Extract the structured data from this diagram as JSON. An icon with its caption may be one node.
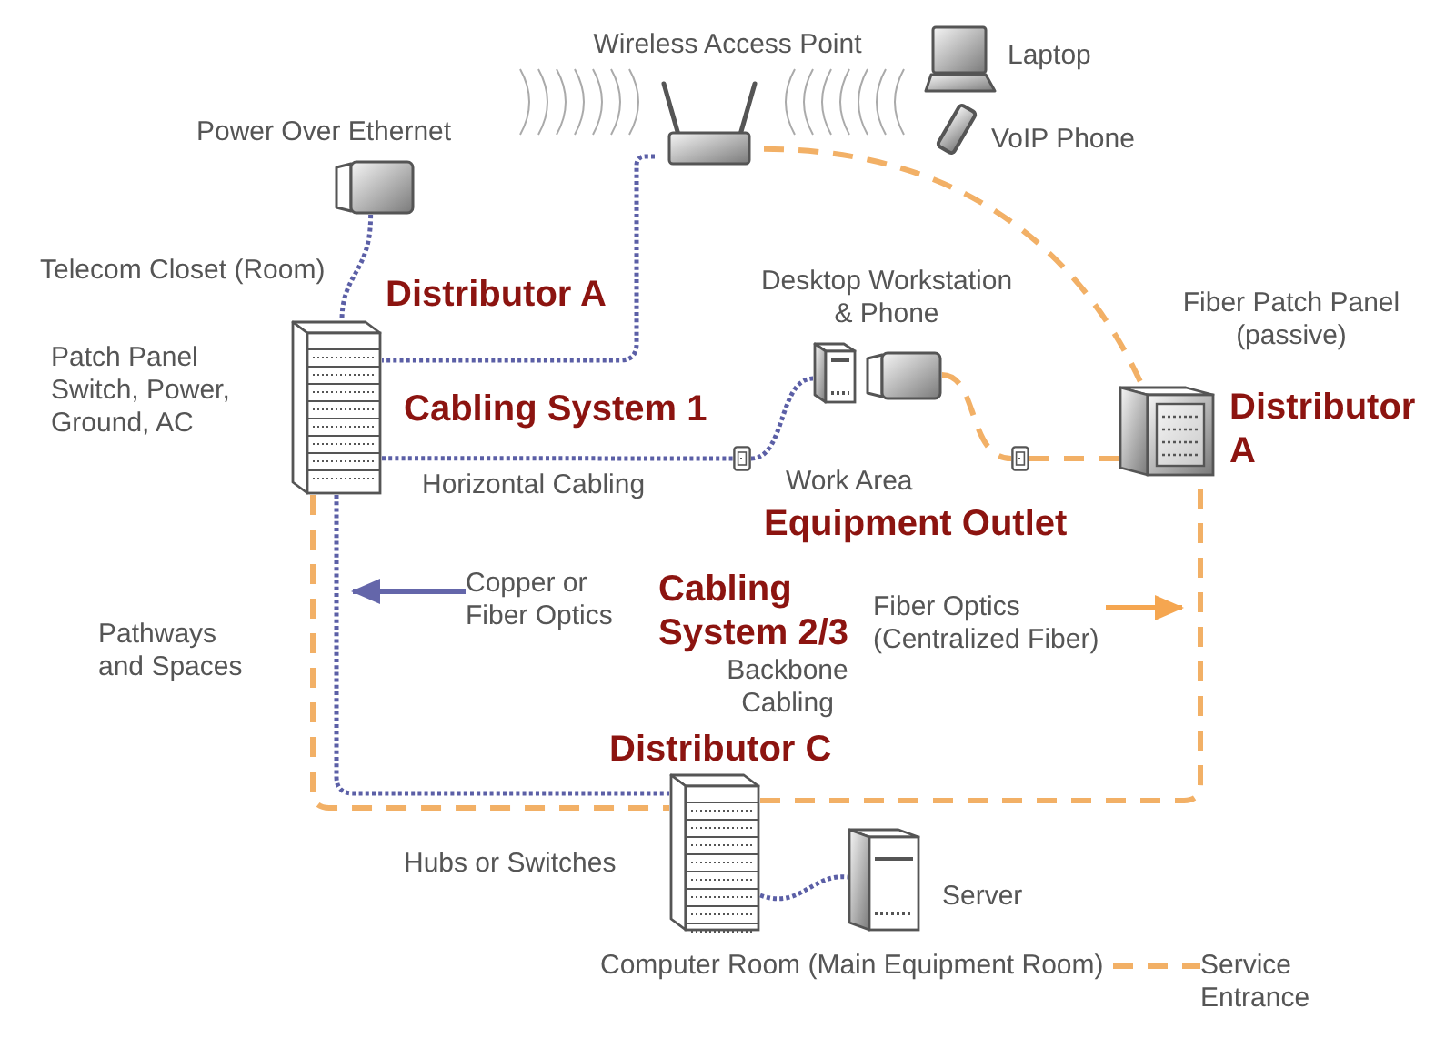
{
  "diagram": {
    "nodes": [
      {
        "text": [],
        "shape": "picture",
        "beside": [
          "Wireless Access Point"
        ]
      },
      {
        "text": [],
        "shape": "picture",
        "beside": [
          "Laptop"
        ]
      },
      {
        "text": [],
        "shape": "picture",
        "beside": [
          "Power Over Ethernet"
        ]
      },
      {
        "text": [],
        "shape": "picture",
        "beside": [
          "VoIP Phone"
        ]
      },
      {
        "text": [],
        "shape": "picture",
        "beside": [
          "Telecom Closet (Room)",
          "Distributor A",
          "Patch Panel Switch, Power, Ground, AC"
        ]
      },
      {
        "text": [],
        "shape": "picture"
      },
      {
        "text": [],
        "shape": "picture"
      },
      {
        "text": [],
        "shape": "picture",
        "beside": [
          "Fiber Patch Panel (passive)",
          "Distributor A"
        ]
      },
      {
        "text": [],
        "shape": "picture"
      },
      {
        "text": [],
        "shape": "picture"
      },
      {
        "text": [
          "Copper or Fiber Optics"
        ]
      },
      {
        "text": [
          "Fiber Optics (Centralized Fiber)"
        ]
      },
      {
        "text": [],
        "shape": "picture",
        "beside": [
          "Distributor C",
          "Hubs or Switches"
        ]
      },
      {
        "text": [],
        "shape": "picture",
        "beside": [
          "Server"
        ]
      },
      {
        "text": [
          "Computer Room (Main Equipment Room)"
        ]
      },
      {
        "text": [
          "Service Entrance"
        ]
      }
    ],
    "edges": [
      {
        "from": 2,
        "to": 4,
        "arrow": "none",
        "style": "dashed",
        "color": "#5b5fa6"
      },
      {
        "from": 0,
        "to": 4,
        "arrow": "none",
        "style": "dashed",
        "color": "#5b5fa6"
      },
      {
        "from": 0,
        "to": 7,
        "arrow": "none",
        "style": "dashed",
        "color": "#f2b066"
      },
      {
        "from": 4,
        "to": 8,
        "arrow": "none",
        "style": "dashed",
        "color": "#5b5fa6"
      },
      {
        "from": 8,
        "to": 5,
        "arrow": "none",
        "style": "dashed",
        "color": "#5b5fa6"
      },
      {
        "from": 6,
        "to": 9,
        "arrow": "none",
        "style": "dashed",
        "color": "#f2b066"
      },
      {
        "from": 9,
        "to": 7,
        "arrow": "none",
        "style": "dashed",
        "color": "#f2b066"
      },
      {
        "from": 4,
        "to": 12,
        "arrow": "none",
        "style": "dashed",
        "color": "#5b5fa6"
      },
      {
        "from": 4,
        "to": 12,
        "arrow": "none",
        "style": "dashed",
        "color": "#f2b066"
      },
      {
        "from": 12,
        "to": 7,
        "arrow": "none",
        "style": "dashed",
        "color": "#f2b066"
      },
      {
        "from": 12,
        "to": 13,
        "arrow": "none",
        "style": "dashed",
        "color": "#5b5fa6"
      },
      {
        "from": 14,
        "to": 15,
        "arrow": "none",
        "style": "dashed",
        "color": "#f2b066"
      },
      {
        "from": 10,
        "to": null,
        "arrow": "to",
        "color": "#6466aa"
      },
      {
        "from": 11,
        "to": null,
        "arrow": "to",
        "color": "#f5a650"
      }
    ],
    "labels": [
      "Desktop Workstation & Phone",
      "Cabling System 1",
      "Horizontal Cabling",
      "Work Area",
      "Equipment Outlet",
      "Cabling System 2/3",
      "Pathways and Spaces",
      "Backbone Cabling"
    ]
  }
}
